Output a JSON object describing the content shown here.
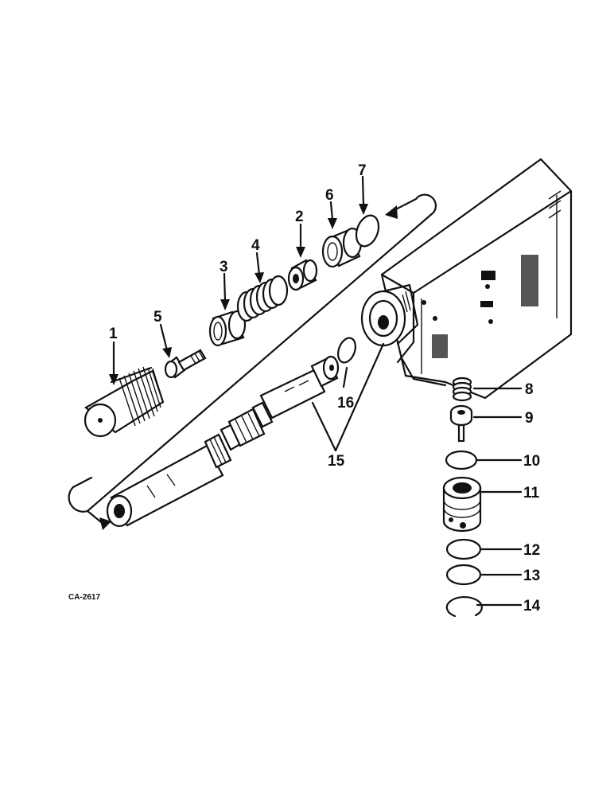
{
  "figure_code": "CA-2617",
  "callouts": [
    "1",
    "2",
    "3",
    "4",
    "5",
    "6",
    "7",
    "8",
    "9",
    "10",
    "11",
    "12",
    "13",
    "14",
    "15",
    "16"
  ]
}
